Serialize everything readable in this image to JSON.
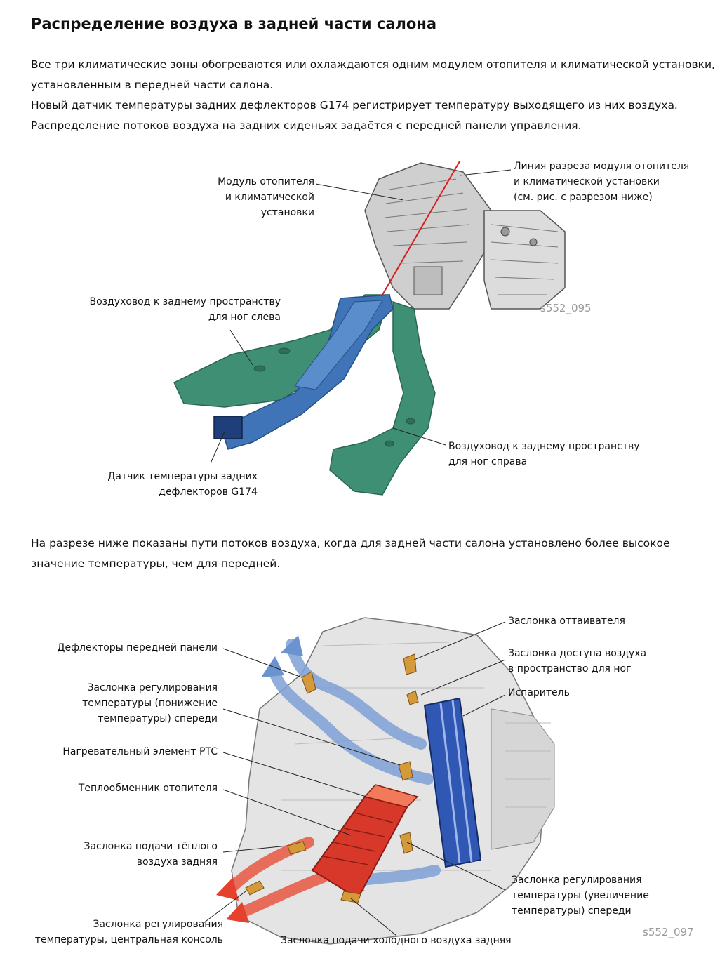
{
  "title": "Распределение воздуха в задней части салона",
  "intro": [
    "Все три климатические зоны обогреваются или охлаждаются одним модулем отопителя и климатической установки, установленным в передней части салона.",
    "Новый датчик температуры задних дефлекторов G174 регистрирует температуру выходящего из них воздуха.",
    "Распределение потоков воздуха на задних сиденьях задаётся с передней панели управления."
  ],
  "figure1": {
    "id": "s552_095",
    "labels": {
      "module": "Модуль отопителя\nи климатической\nустановки",
      "section_line": "Линия разреза модуля отопителя\nи климатической установки\n(см. рис. с разрезом ниже)",
      "duct_left": "Воздуховод к заднему пространству\nдля ног слева",
      "duct_right": "Воздуховод к заднему пространству\nдля ног справа",
      "sensor": "Датчик температуры задних\nдефлекторов G174"
    }
  },
  "section2_text": "На разрезе ниже показаны пути потоков воздуха, когда для задней части салона установлено более высокое значение температуры, чем для передней.",
  "figure2": {
    "id": "s552_097",
    "labels": {
      "dash_vents": "Дефлекторы передней панели",
      "temp_flap_down": "Заслонка регулирования\nтемпературы (понижение\nтемпературы) спереди",
      "ptc": "Нагревательный элемент PTC",
      "heater_core": "Теплообменник отопителя",
      "warm_flap_rear": "Заслонка подачи тёплого\nвоздуха задняя",
      "temp_flap_console": "Заслонка регулирования\nтемпературы, центральная консоль",
      "cold_flap_rear": "Заслонка подачи холодного воздуха задняя",
      "defrost_flap": "Заслонка оттаивателя",
      "footwell_flap": "Заслонка доступа воздуха\nв пространство для ног",
      "evaporator": "Испаритель",
      "temp_flap_up": "Заслонка регулирования\nтемпературы (увеличение\nтемпературы) спереди"
    }
  },
  "colors": {
    "duct_green": "#3f8f74",
    "duct_blue": "#3f74b8",
    "flow_blue": "#6b93cf",
    "flow_red": "#e5412c",
    "heater_red": "#d8382a",
    "evaporator_blue": "#2f57b3",
    "section_line": "#d81e1e",
    "flap_gold": "#d49a3a"
  }
}
